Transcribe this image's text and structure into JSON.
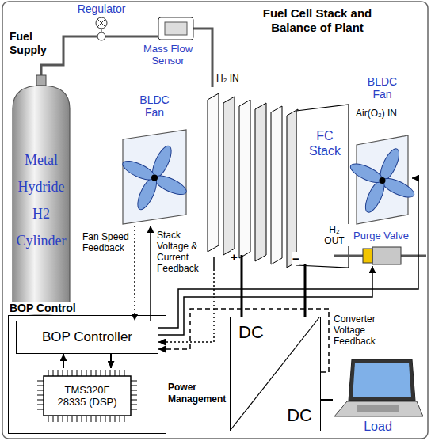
{
  "diagram": {
    "title": "Fuel Cell Stack and Balance of Plant",
    "nodes": [
      {
        "text": [
          "Regulator"
        ]
      },
      {
        "text": [
          "Mass Flow Sensor"
        ]
      },
      {
        "text": [
          "Metal Hydride H2 Cylinder"
        ]
      },
      {
        "text": [
          "BLDC Fan"
        ]
      },
      {
        "text": [
          "FC Stack"
        ]
      },
      {
        "text": [
          "BLDC Fan"
        ]
      },
      {
        "text": [
          "Purge Valve"
        ]
      },
      {
        "text": [
          "BOP Control"
        ]
      },
      {
        "text": [
          "BOP Controller"
        ],
        "in": 7
      },
      {
        "text": [
          "TMS320F 28335 (DSP)"
        ],
        "in": 7
      },
      {
        "text": [
          "DC",
          "DC"
        ]
      },
      {
        "text": [
          "Load"
        ]
      }
    ],
    "edges": [
      {
        "from": 2,
        "to": 0,
        "arrow": "none"
      },
      {
        "from": 0,
        "to": 1,
        "arrow": "none"
      },
      {
        "from": 1,
        "to": 4,
        "arrow": "none"
      },
      {
        "from": 4,
        "to": 6,
        "arrow": "none"
      },
      {
        "from": 8,
        "to": 3,
        "arrow": "to"
      },
      {
        "from": 3,
        "to": 8,
        "arrow": "to"
      },
      {
        "from": 4,
        "to": 8,
        "arrow": "to"
      },
      {
        "from": 8,
        "to": 5,
        "arrow": "to"
      },
      {
        "from": 8,
        "to": 6,
        "arrow": "to"
      },
      {
        "from": 8,
        "to": 9,
        "arrow": "to"
      },
      {
        "from": 9,
        "to": 8,
        "arrow": "to"
      },
      {
        "from": 4,
        "to": 10,
        "arrow": "none"
      },
      {
        "from": 4,
        "to": 10,
        "arrow": "none"
      },
      {
        "from": 10,
        "to": 11,
        "arrow": "none"
      },
      {
        "from": 10,
        "to": 8,
        "arrow": "to"
      }
    ],
    "labels": [
      "Fuel Supply",
      "H₂ IN",
      "Air(O₂) IN",
      "H₂ OUT",
      "+",
      "−",
      "Fan Speed Feedback",
      "Stack Voltage & Current Feedback",
      "Power Management",
      "Converter Voltage Feedback"
    ]
  }
}
